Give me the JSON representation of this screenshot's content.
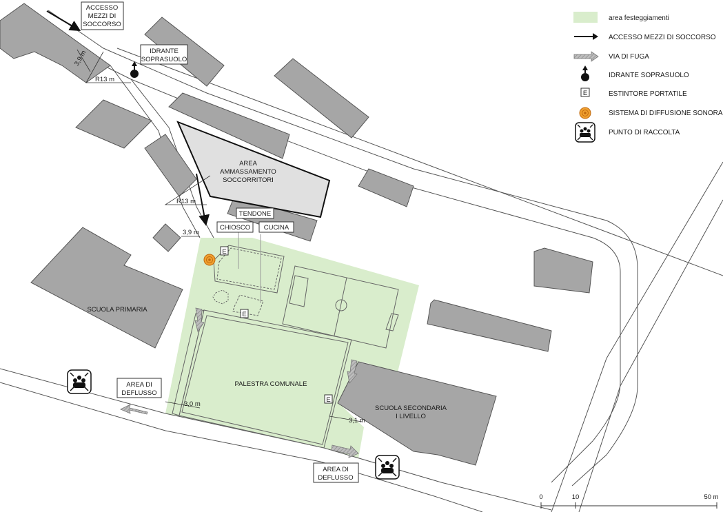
{
  "map": {
    "labels": {
      "accesso_mezzi": [
        "ACCESSO",
        "MEZZI DI",
        "SOCCORSO"
      ],
      "idrante": [
        "IDRANTE",
        "SOPRASUOLO"
      ],
      "area_ammassamento": [
        "AREA",
        "AMMASSAMENTO",
        "SOCCORRITORI"
      ],
      "tendone": "TENDONE",
      "chiosco": "CHIOSCO",
      "cucina": "CUCINA",
      "scuola_primaria": "SCUOLA PRIMARIA",
      "palestra": "PALESTRA COMUNALE",
      "scuola_secondaria": [
        "SCUOLA SECONDARIA",
        "I LIVELLO"
      ],
      "area_deflusso_left": [
        "AREA DI",
        "DEFLUSSO"
      ],
      "area_deflusso_bottom": [
        "AREA DI",
        "DEFLUSSO"
      ],
      "estintore_marker": "E"
    },
    "dimensions": {
      "d1": "3,9 m",
      "r1": "R13 m",
      "r2": "R13 m",
      "d2": "3,9 m",
      "d3": "3,0 m",
      "d4": "3,1 m"
    },
    "scale_bar": {
      "ticks": [
        "0",
        "10",
        "50 m"
      ]
    }
  },
  "legend": {
    "items": [
      {
        "icon": "green-area-swatch-icon",
        "label": "area festeggiamenti"
      },
      {
        "icon": "black-arrow-icon",
        "label": "ACCESSO MEZZI DI SOCCORSO"
      },
      {
        "icon": "hatched-arrow-icon",
        "label": "VIA DI FUGA"
      },
      {
        "icon": "hydrant-icon",
        "label": "IDRANTE SOPRASUOLO"
      },
      {
        "icon": "extinguisher-e-icon",
        "label": "ESTINTORE PORTATILE"
      },
      {
        "icon": "speaker-target-icon",
        "label": "SISTEMA DI DIFFUSIONE SONORA"
      },
      {
        "icon": "assembly-point-icon",
        "label": "PUNTO DI RACCOLTA"
      }
    ]
  },
  "colors": {
    "festival_area": "#d9edcc",
    "building": "#a6a6a6",
    "building_stroke": "#555555",
    "road_line": "#555555",
    "speaker": "#e08a1e",
    "escape_arrow": "#9a9a9a"
  }
}
